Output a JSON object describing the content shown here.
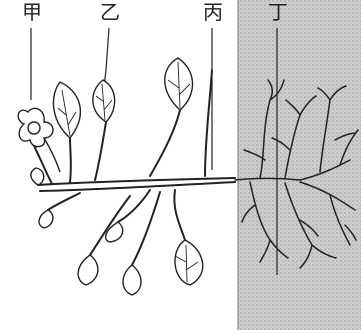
{
  "labels": {
    "jia": "甲",
    "yi": "乙",
    "bing": "丙",
    "ding": "丁"
  },
  "colors": {
    "ink": "#222222",
    "soil": "#bdbdbd"
  }
}
